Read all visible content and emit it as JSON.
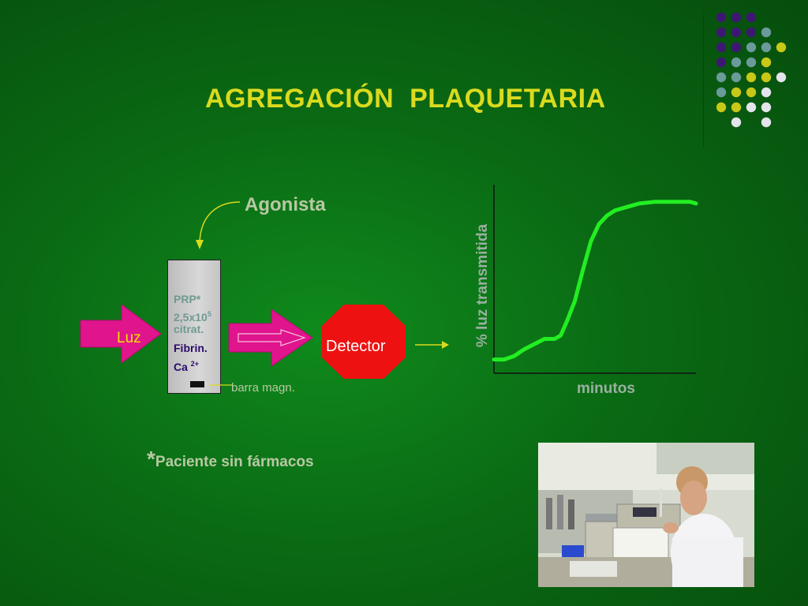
{
  "slide": {
    "title": "AGREGACIÓN  PLAQUETARIA",
    "agonist_label": "Agonista",
    "cuvette": {
      "line1": "PRP*",
      "line2_base": "2,5x10",
      "line2_sup": "5",
      "line3": "citrat.",
      "line4": "Fibrin.",
      "line5_base": "Ca",
      "line5_sup": "2+"
    },
    "magnet_label": "barra magn",
    "magnet_label_suffix": ".",
    "light_label": "Luz",
    "detector_label": "Detector",
    "footnote_star": "*",
    "footnote_text": "Paciente sin fármacos"
  },
  "chart_data": {
    "type": "line",
    "title": "",
    "xlabel": "minutos",
    "ylabel": "% luz transmitida",
    "x": [
      0,
      0.05,
      0.1,
      0.15,
      0.2,
      0.25,
      0.3,
      0.33,
      0.36,
      0.4,
      0.44,
      0.48,
      0.52,
      0.56,
      0.6,
      0.66,
      0.72,
      0.8,
      0.88,
      0.97,
      1.0
    ],
    "series": [
      {
        "values": [
          0.08,
          0.08,
          0.1,
          0.14,
          0.17,
          0.2,
          0.2,
          0.22,
          0.3,
          0.42,
          0.6,
          0.77,
          0.87,
          0.92,
          0.95,
          0.97,
          0.99,
          1.0,
          1.0,
          1.0,
          0.99
        ]
      }
    ],
    "xlim": [
      0,
      1
    ],
    "ylim": [
      0,
      1.1
    ],
    "grid": false,
    "line_color": "#22ee22"
  },
  "colors": {
    "title": "#dada1e",
    "arrow_magenta": "#e0148c",
    "detector_red": "#ee1111",
    "background": "#0a6a14"
  },
  "decor": {
    "dot_grid_colors": [
      [
        "#3d1873",
        "#3d1873",
        "#3d1873",
        null,
        null
      ],
      [
        "#3d1873",
        "#3d1873",
        "#3d1873",
        "#6a9a9a",
        null
      ],
      [
        "#3d1873",
        "#3d1873",
        "#6a9a9a",
        "#6a9a9a",
        "#c8c818"
      ],
      [
        "#3d1873",
        "#6a9a9a",
        "#6a9a9a",
        "#c8c818",
        null
      ],
      [
        "#6a9a9a",
        "#6a9a9a",
        "#c8c818",
        "#c8c818",
        "#e4e4ec"
      ],
      [
        "#6a9a9a",
        "#c8c818",
        "#c8c818",
        "#e4e4ec",
        null
      ],
      [
        "#c8c818",
        "#c8c818",
        "#e4e4ec",
        "#e4e4ec",
        null
      ],
      [
        null,
        "#e4e4ec",
        null,
        "#e4e4ec",
        null
      ]
    ]
  },
  "icons": {
    "curved_arrow": "curved-arrow-icon",
    "light_arrow": "right-arrow-icon",
    "detector": "octagon-icon",
    "photo": "lab-photo"
  }
}
